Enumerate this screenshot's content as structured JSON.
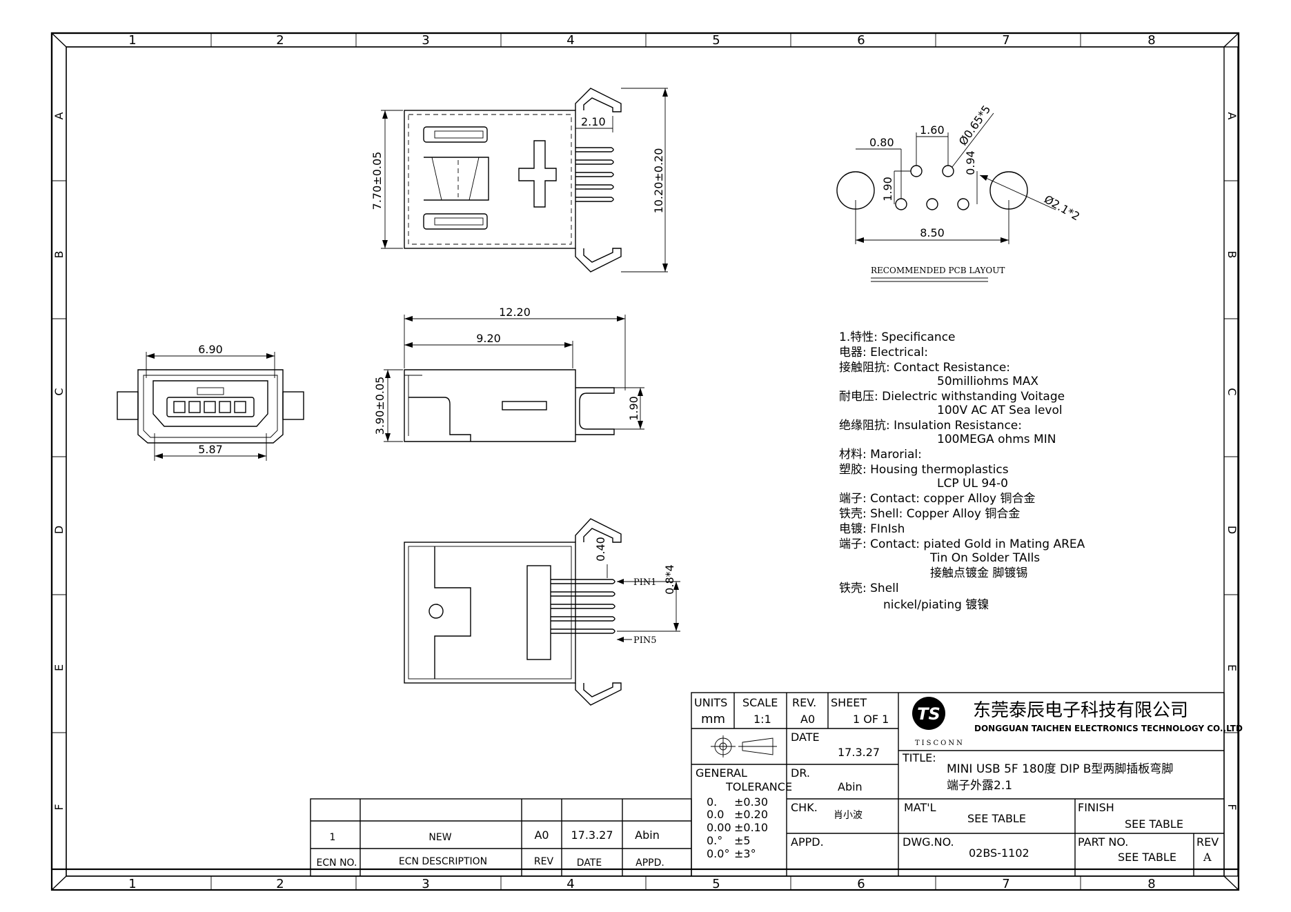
{
  "zones": {
    "cols": [
      "1",
      "2",
      "3",
      "4",
      "5",
      "6",
      "7",
      "8"
    ],
    "rows": [
      "A",
      "B",
      "C",
      "D",
      "E",
      "F"
    ]
  },
  "dims": {
    "top_h1": "2.10",
    "top_v1": "7.70±0.05",
    "top_v2": "10.20±0.20",
    "front_w1": "6.90",
    "front_w2": "5.87",
    "side_l1": "12.20",
    "side_l2": "9.20",
    "side_h1": "3.90±0.05",
    "side_h2": "1.90",
    "bot_v1": "0.40",
    "bot_v2": "0.8*4",
    "pin1": "PIN1",
    "pin5": "PIN5",
    "pcb_a": "0.80",
    "pcb_b": "1.60",
    "pcb_c": "Ø0.65*5",
    "pcb_d": "0.94",
    "pcb_e": "1.90",
    "pcb_f": "Ø2.1*2",
    "pcb_g": "8.50",
    "pcb_title": "RECOMMENDED PCB LAYOUT"
  },
  "notes": [
    "1.特性: Specificance",
    "电器: Electrical:",
    "接触阻抗: Contact Resistance:",
    "50milliohms MAX",
    "耐电压: Dielectric withstanding Voitage",
    "100V AC AT Sea levol",
    "绝缘阻抗: Insulation Resistance:",
    "100MEGA ohms MIN",
    "材料: Marorial:",
    "塑胶: Housing thermoplastics",
    "LCP UL 94-0",
    "端子: Contact: copper Alloy 铜合金",
    "铁壳: Shell: Copper Alloy 铜合金",
    "电镀: FInIsh",
    "端子: Contact: piated Gold in Mating AREA",
    "Tin On Solder TAIls",
    "接触点镀金 脚镀锡",
    "铁壳: Shell",
    "nickel/piating 镀镍"
  ],
  "ecn": {
    "row": {
      "no": "1",
      "desc": "NEW",
      "rev": "A0",
      "date": "17.3.27",
      "appd": "Abin"
    },
    "headers": {
      "no": "ECN NO.",
      "desc": "ECN DESCRIPTION",
      "rev": "REV",
      "date": "DATE",
      "appd": "APPD."
    }
  },
  "title_block": {
    "units_label": "UNITS",
    "units": "mm",
    "scale_label": "SCALE",
    "scale": "1:1",
    "rev_label": "REV.",
    "rev": "A0",
    "sheet_label": "SHEET",
    "sheet": "1 OF 1",
    "date_label": "DATE",
    "date": "17.3.27",
    "dr_label": "DR.",
    "dr": "Abin",
    "chk_label": "CHK.",
    "chk": "肖小波",
    "appd_label": "APPD.",
    "tol_label1": "GENERAL",
    "tol_label2": "TOLERANCE",
    "tol": [
      [
        "0.",
        "±0.30"
      ],
      [
        "0.0",
        "±0.20"
      ],
      [
        "0.00",
        "±0.10"
      ],
      [
        "0.°",
        "±5"
      ],
      [
        "0.0°",
        "±3°"
      ]
    ],
    "company_cn": "东莞泰辰电子科技有限公司",
    "company_en": "DONGGUAN TAICHEN ELECTRONICS TECHNOLOGY CO.,LTD",
    "brand": "TISCONN",
    "logo_text": "TS",
    "title_label": "TITLE:",
    "title_line1": "MINI USB 5F 180度 DIP B型两脚插板弯脚",
    "title_line2": "端子外露2.1",
    "matl_label": "MAT'L",
    "matl": "SEE TABLE",
    "finish_label": "FINISH",
    "finish": "SEE TABLE",
    "dwg_label": "DWG.NO.",
    "dwg": "02BS-1102",
    "part_label": "PART NO.",
    "part": "SEE TABLE",
    "rev2_label": "REV",
    "rev2": "A"
  }
}
